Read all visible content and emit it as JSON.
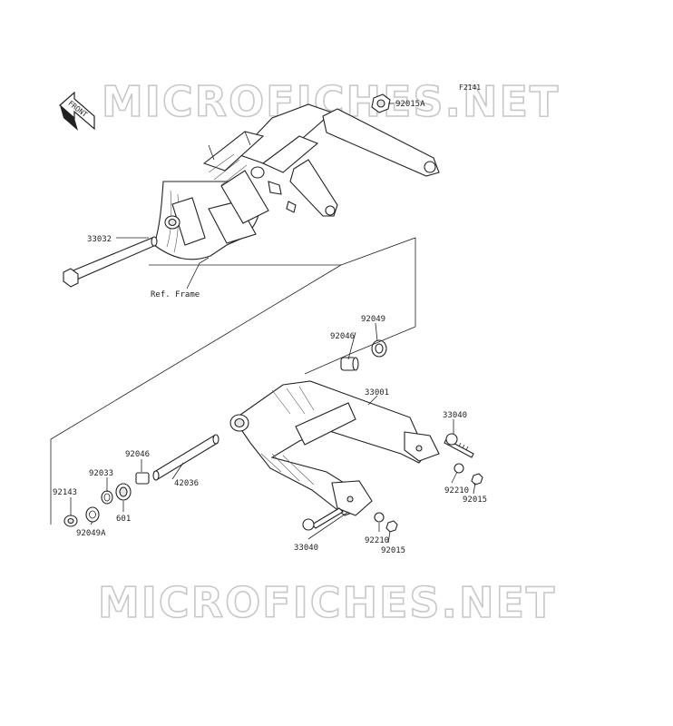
{
  "diagram_code": "F2141",
  "watermark": "MICROFICHES.NET",
  "front_label": "FRONT",
  "ref_frame_label": "Ref. Frame",
  "colors": {
    "ink": "#222222",
    "watermark_stroke": "#c8c8c8",
    "background": "#ffffff"
  },
  "parts": [
    "92015A",
    "33032",
    "92049",
    "92046",
    "33001",
    "33040",
    "92210",
    "92015",
    "92046",
    "42036",
    "92033",
    "92143",
    "601",
    "92049A",
    "33040",
    "92210",
    "92015"
  ]
}
